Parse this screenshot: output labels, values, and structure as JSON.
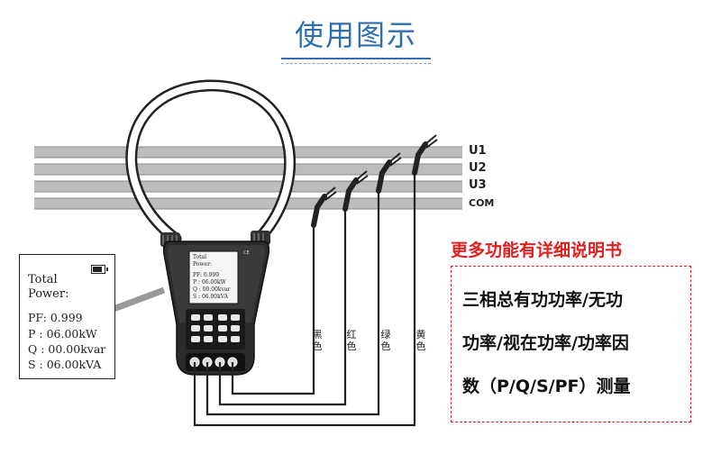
{
  "header": {
    "title": "使用图示"
  },
  "rails": [
    {
      "label": "U1"
    },
    {
      "label": "U2"
    },
    {
      "label": "U3"
    },
    {
      "label": "COM"
    }
  ],
  "lead_labels": [
    {
      "chars": [
        "黑",
        "色"
      ]
    },
    {
      "chars": [
        "红",
        "色"
      ]
    },
    {
      "chars": [
        "绿",
        "色"
      ]
    },
    {
      "chars": [
        "黄",
        "色"
      ]
    }
  ],
  "display": {
    "line1": "Total",
    "line2": "Power:",
    "pf": "PF: 0.999",
    "p": "P  : 06.00kW",
    "q": "Q  : 00.00kvar",
    "s": "S  : 06.00kVA"
  },
  "device_lcd": {
    "line1": "Total",
    "line2": "Power:",
    "pf": "PF: 0.999",
    "p": "P : 06.00kW",
    "q": "Q : 00.00kvar",
    "s": "S : 06.00kVA"
  },
  "device_marks": {
    "ce": "CE"
  },
  "callout": {
    "heading": "更多功能有详细说明书",
    "lines": [
      "三相总有功功率/无功",
      "功率/视在功率/功率因",
      "数（P/Q/S/PF）测量"
    ]
  }
}
